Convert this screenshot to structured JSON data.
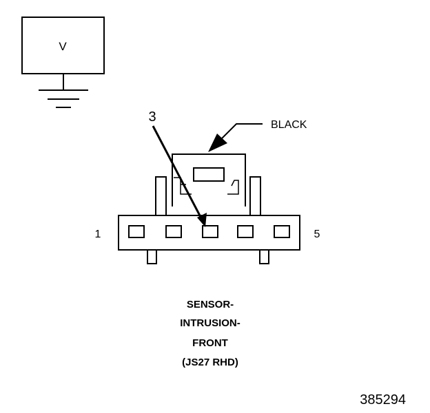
{
  "meter": {
    "label": "V"
  },
  "connector": {
    "color_label": "BLACK",
    "pin_callout": "3",
    "pin_first": "1",
    "pin_last": "5",
    "pin_count": 5
  },
  "caption": {
    "line1": "SENSOR-",
    "line2": "INTRUSION-",
    "line3": "FRONT",
    "line4": "(JS27 RHD)"
  },
  "figure_number": "385294"
}
